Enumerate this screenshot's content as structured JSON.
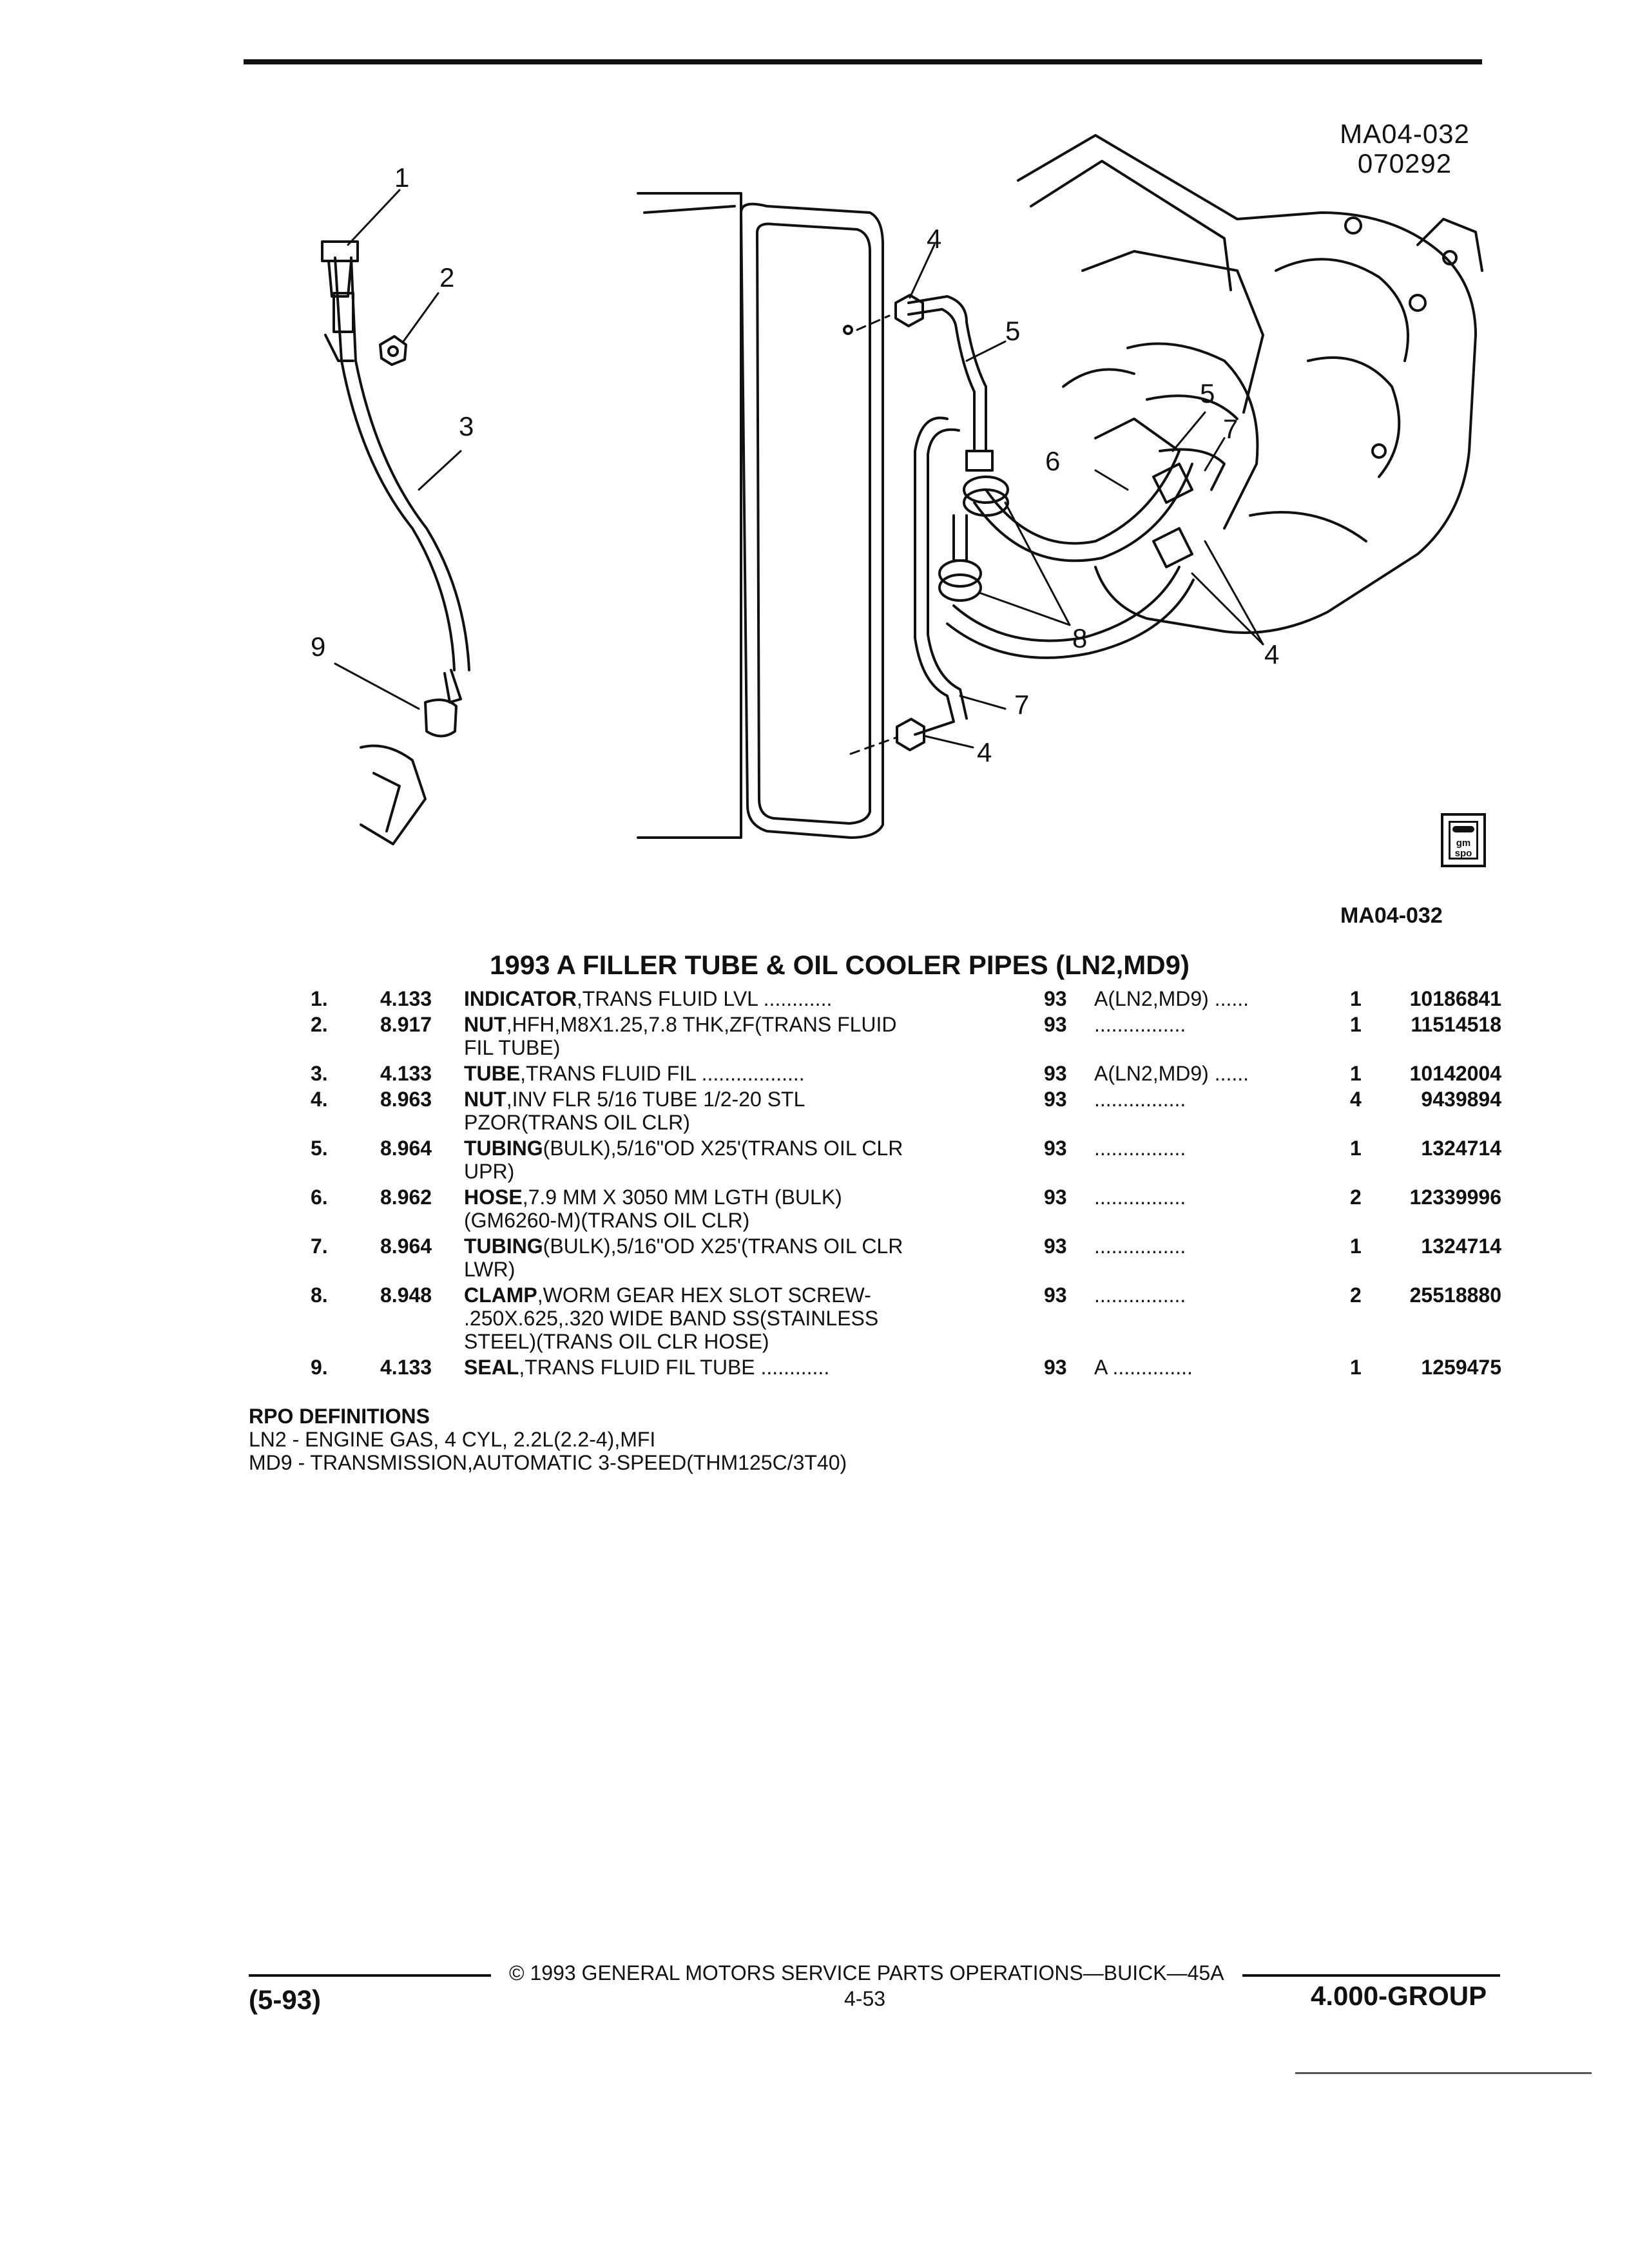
{
  "header": {
    "diagram_id": "MA04-032",
    "diagram_date": "070292"
  },
  "callouts": [
    "1",
    "2",
    "3",
    "9",
    "4",
    "5",
    "6",
    "5",
    "7",
    "8",
    "4",
    "7",
    "4"
  ],
  "badge": {
    "label": "gm spo"
  },
  "ref_code": "MA04-032",
  "title": "1993 A FILLER TUBE & OIL COOLER PIPES (LN2,MD9)",
  "parts": [
    {
      "num": "1.",
      "ref": "4.133",
      "name": "INDICATOR",
      "desc": ",TRANS FLUID LVL ............",
      "line2": "",
      "yr": "93",
      "app": "A(LN2,MD9) ......",
      "qty": "1",
      "pn": "10186841"
    },
    {
      "num": "2.",
      "ref": "8.917",
      "name": "NUT",
      "desc": ",HFH,M8X1.25,7.8 THK,ZF(TRANS FLUID",
      "line2": "FIL TUBE)",
      "yr": "93",
      "app": "................",
      "qty": "1",
      "pn": "11514518"
    },
    {
      "num": "3.",
      "ref": "4.133",
      "name": "TUBE",
      "desc": ",TRANS FLUID FIL ..................",
      "line2": "",
      "yr": "93",
      "app": "A(LN2,MD9) ......",
      "qty": "1",
      "pn": "10142004"
    },
    {
      "num": "4.",
      "ref": "8.963",
      "name": "NUT",
      "desc": ",INV FLR 5/16 TUBE 1/2-20 STL",
      "line2": "PZOR(TRANS OIL CLR)",
      "yr": "93",
      "app": "................",
      "qty": "4",
      "pn": "9439894"
    },
    {
      "num": "5.",
      "ref": "8.964",
      "name": "TUBING",
      "desc": "(BULK),5/16\"OD X25'(TRANS OIL CLR",
      "line2": "UPR)",
      "yr": "93",
      "app": "................",
      "qty": "1",
      "pn": "1324714"
    },
    {
      "num": "6.",
      "ref": "8.962",
      "name": "HOSE",
      "desc": ",7.9 MM X 3050 MM LGTH (BULK)",
      "line2": "(GM6260-M)(TRANS OIL CLR)",
      "yr": "93",
      "app": "................",
      "qty": "2",
      "pn": "12339996"
    },
    {
      "num": "7.",
      "ref": "8.964",
      "name": "TUBING",
      "desc": "(BULK),5/16\"OD X25'(TRANS OIL CLR",
      "line2": "LWR)",
      "yr": "93",
      "app": "................",
      "qty": "1",
      "pn": "1324714"
    },
    {
      "num": "8.",
      "ref": "8.948",
      "name": "CLAMP",
      "desc": ",WORM GEAR HEX SLOT SCREW-",
      "line2": ".250X.625,.320 WIDE BAND SS(STAINLESS",
      "line3": "STEEL)(TRANS OIL CLR HOSE)",
      "yr": "93",
      "app": "................",
      "qty": "2",
      "pn": "25518880"
    },
    {
      "num": "9.",
      "ref": "4.133",
      "name": "SEAL",
      "desc": ",TRANS FLUID FIL TUBE ............",
      "line2": "",
      "yr": "93",
      "app": "A ..............",
      "qty": "1",
      "pn": "1259475"
    }
  ],
  "rpo": {
    "heading": "RPO DEFINITIONS",
    "lines": [
      "LN2 - ENGINE GAS, 4 CYL, 2.2L(2.2-4),MFI",
      "MD9 - TRANSMISSION,AUTOMATIC 3-SPEED(THM125C/3T40)"
    ]
  },
  "footer": {
    "copyright": "© 1993 GENERAL MOTORS SERVICE PARTS OPERATIONS—BUICK—45A",
    "page": "4-53",
    "date_code": "(5-93)",
    "group": "4.000-GROUP"
  }
}
